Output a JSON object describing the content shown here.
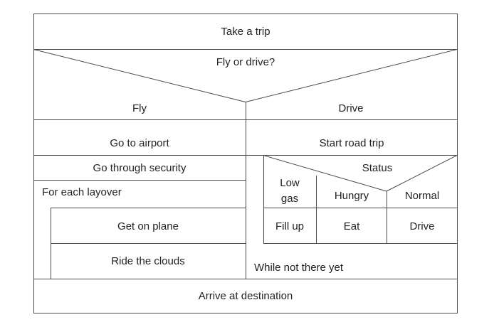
{
  "diagram": {
    "top": "Take a trip",
    "decision": {
      "question": "Fly or drive?",
      "left_branch": "Fly",
      "right_branch": "Drive"
    },
    "fly": {
      "step1": "Go to airport",
      "step2": "Go through security",
      "loop": "For each layover",
      "loop_step1": "Get on plane",
      "loop_step2": "Ride the clouds"
    },
    "drive": {
      "step1": "Start road trip",
      "case_label": "Status",
      "cases": [
        {
          "condition": "Low\ngas",
          "action": "Fill up"
        },
        {
          "condition": "Hungry",
          "action": "Eat"
        },
        {
          "condition": "Normal",
          "action": "Drive"
        }
      ],
      "loop": "While not there yet"
    },
    "bottom": "Arrive at destination"
  }
}
